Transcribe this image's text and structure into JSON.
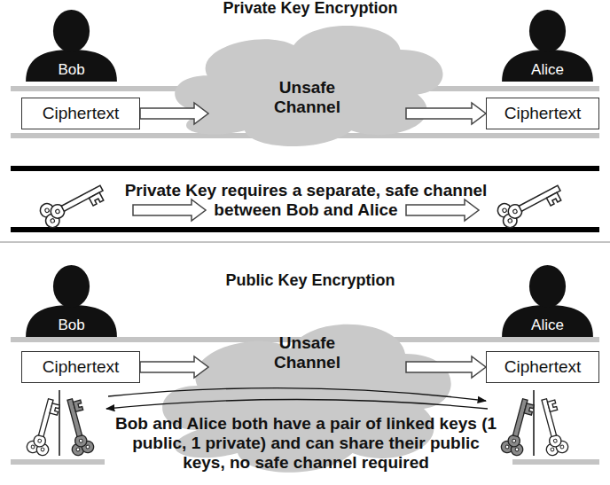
{
  "diagram": {
    "nodes": [
      {
        "text": [
          "Bob"
        ]
      },
      {
        "text": [
          "Unsafe Channel"
        ]
      },
      {
        "text": [
          "Alice"
        ]
      },
      {
        "text": [
          "Ciphertext"
        ]
      },
      {
        "text": [
          "Ciphertext"
        ]
      },
      {
        "text": [
          "Bob"
        ]
      },
      {
        "text": [
          "Unsafe Channel"
        ]
      },
      {
        "text": [
          "Alice"
        ]
      },
      {
        "text": [
          "Ciphertext"
        ]
      },
      {
        "text": [
          "Ciphertext"
        ]
      }
    ],
    "edges": [
      {
        "from": 3,
        "to": 1,
        "arrow": "to"
      },
      {
        "from": 1,
        "to": 4,
        "arrow": "to"
      },
      {
        "from": 8,
        "to": 6,
        "arrow": "to"
      },
      {
        "from": 6,
        "to": 9,
        "arrow": "to"
      }
    ],
    "labels": [
      "Private Key Encryption",
      "Private Key requires a separate, safe channel between Bob and Alice",
      "Public Key Encryption",
      "Bob and Alice both have a pair of linked keys (1 public, 1 private) and can share their public keys, no safe channel required"
    ]
  }
}
